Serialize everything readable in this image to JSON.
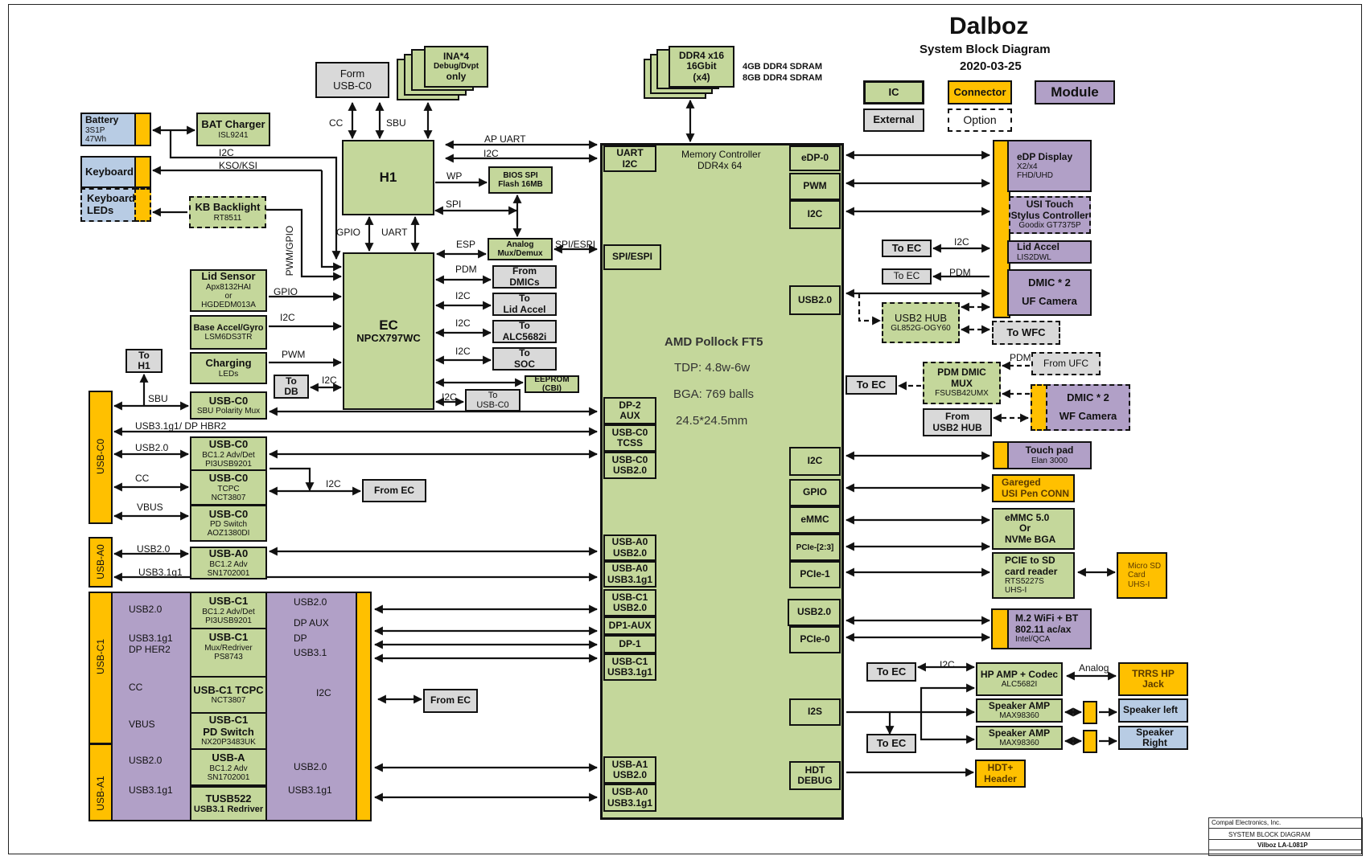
{
  "title": {
    "name": "Dalboz",
    "subtitle": "System Block Diagram",
    "date": "2020-03-25"
  },
  "legend": {
    "ic": "IC",
    "connector": "Connector",
    "module": "Module",
    "external": "External",
    "option": "Option"
  },
  "colors": {
    "ic": "#c4d79b",
    "connector": "#ffc000",
    "module": "#b1a0c7",
    "external": "#d9d9d9",
    "peripheral": "#b8cce4"
  },
  "memory": {
    "chip": [
      "DDR4 x16",
      "16Gbit",
      "(x4)"
    ],
    "sizes": [
      "4GB DDR4 SDRAM",
      "8GB DDR4 SDRAM"
    ]
  },
  "soc": {
    "name": "AMD Pollock FT5",
    "tdp": "TDP: 4.8w-6w",
    "bga": "BGA: 769 balls",
    "size": "24.5*24.5mm",
    "mem_ctrl": [
      "Memory Controller",
      "DDR4x 64"
    ],
    "left_pins": [
      [
        "UART",
        "I2C"
      ],
      [
        "SPI/ESPI"
      ],
      [
        "DP-2",
        "AUX"
      ],
      [
        "USB-C0",
        "TCSS"
      ],
      [
        "USB-C0",
        "USB2.0"
      ],
      [
        "USB-A0",
        "USB2.0"
      ],
      [
        "USB-A0",
        "USB3.1g1"
      ],
      [
        "USB-C1",
        "USB2.0"
      ],
      [
        "DP1-AUX"
      ],
      [
        "DP-1"
      ],
      [
        "USB-C1",
        "USB3.1g1"
      ],
      [
        "USB-A1",
        "USB2.0"
      ],
      [
        "USB-A0",
        "USB3.1g1"
      ]
    ],
    "right_pins": [
      "eDP-0",
      "PWM",
      "I2C",
      "USB2.0",
      "I2C",
      "GPIO",
      "eMMC",
      "PCIe-[2:3]",
      "PCIe-1",
      "USB2.0",
      "PCIe-0",
      "I2S",
      [
        "HDT",
        "DEBUG"
      ]
    ]
  },
  "h1": {
    "name": "H1"
  },
  "ec": {
    "name": "EC",
    "part": "NPCX797WC"
  },
  "top_blocks": {
    "form_usbc0": [
      "Form",
      "USB-C0"
    ],
    "ina": [
      "INA*4",
      "Debug/Dvpt",
      "only"
    ],
    "bios": [
      "BIOS SPI",
      "Flash 16MB"
    ],
    "mux": [
      "Analog",
      "Mux/Demux"
    ]
  },
  "left_blocks": {
    "battery": {
      "name": "Battery",
      "sub": [
        "3S1P",
        "47Wh"
      ]
    },
    "bat_charger": {
      "name": "BAT Charger",
      "part": "ISL9241"
    },
    "keyboard": "Keyboard",
    "kb_leds": [
      "Keyboard",
      "LEDs"
    ],
    "kb_backlight": {
      "name": "KB Backlight",
      "part": "RT8511"
    },
    "lid_sensor": {
      "name": "Lid Sensor",
      "sub": [
        "Apx8132HAI",
        "or",
        "HGDEDM013A"
      ]
    },
    "base_accel": {
      "name": "Base Accel/Gyro",
      "part": "LSM6DS3TR"
    },
    "charging": {
      "name": "Charging",
      "sub": "LEDs"
    },
    "to_h1": [
      "To",
      "H1"
    ],
    "to_db": [
      "To",
      "DB"
    ],
    "usbc0_sbu": {
      "name": "USB-C0",
      "sub": "SBU Polarity Mux"
    },
    "usbc0_bc": {
      "name": "USB-C0",
      "sub": [
        "BC1.2 Adv/Det",
        "PI3USB9201"
      ]
    },
    "usbc0_tcpc": {
      "name": "USB-C0",
      "sub": [
        "TCPC",
        "NCT3807"
      ]
    },
    "usbc0_pd": {
      "name": "USB-C0",
      "sub": [
        "PD Switch",
        "AOZ1380DI"
      ]
    },
    "usba0": {
      "name": "USB-A0",
      "sub": [
        "BC1.2 Adv",
        "SN1702001"
      ]
    },
    "from_ec": "From EC",
    "usbc1_bc": {
      "name": "USB-C1",
      "sub": [
        "BC1.2 Adv/Det",
        "PI3USB9201"
      ]
    },
    "usbc1_mux": {
      "name": "USB-C1",
      "sub": [
        "Mux/Redriver",
        "PS8743"
      ]
    },
    "usbc1_tcpc": {
      "name": "USB-C1 TCPC",
      "sub": "NCT3807"
    },
    "usbc1_pd": {
      "name": [
        "USB-C1",
        "PD Switch"
      ],
      "sub": "NX20P3483UK"
    },
    "usba1": {
      "name": "USB-A",
      "sub": [
        "BC1.2 Adv",
        "SN1702001"
      ]
    },
    "tusb": {
      "name": [
        "TUSB522",
        "USB3.1 Redriver"
      ]
    },
    "connectors": {
      "usbc0": "USB-C0",
      "usba0": "USB-A0",
      "usbc1": "USB-C1",
      "usba1": "USB-A1"
    }
  },
  "ec_side": {
    "from_dmics": [
      "From",
      "DMICs"
    ],
    "to_lid_accel": [
      "To",
      "Lid Accel"
    ],
    "to_alc": [
      "To",
      "ALC5682i"
    ],
    "to_soc": [
      "To",
      "SOC"
    ],
    "eeprom": [
      "EEPROM",
      "(CBI)"
    ],
    "to_usbc0": [
      "To",
      "USB-C0"
    ]
  },
  "right_blocks": {
    "edp": {
      "name": "eDP Display",
      "sub": [
        "X2/x4",
        "FHD/UHD"
      ]
    },
    "usi": {
      "name": [
        "USI Touch",
        "Stylus Controller"
      ],
      "part": "Goodix GT7375P"
    },
    "lid_accel": {
      "name": "Lid Accel",
      "part": "LIS2DWL"
    },
    "uf_cam": [
      "DMIC * 2",
      "UF Camera"
    ],
    "to_ec": "To EC",
    "usb_hub": {
      "name": "USB2 HUB",
      "part": "GL852G-OGY60"
    },
    "to_wfc": "To WFC",
    "from_ufc": "From UFC",
    "pdm_mux": {
      "name": [
        "PDM DMIC",
        "MUX"
      ],
      "part": "FSUSB42UMX"
    },
    "wf_cam": [
      "DMIC * 2",
      "WF Camera"
    ],
    "from_hub": [
      "From",
      "USB2 HUB"
    ],
    "touchpad": {
      "name": "Touch pad",
      "part": "Elan 3000"
    },
    "pen": [
      "Gareged",
      "USI Pen CONN"
    ],
    "emmc": [
      "eMMC 5.0",
      "Or",
      "NVMe BGA"
    ],
    "sd": {
      "name": [
        "PCIE to SD",
        "card reader"
      ],
      "sub": [
        "RTS5227S",
        "UHS-I"
      ]
    },
    "microsd": [
      "Micro SD",
      "Card",
      "UHS-I"
    ],
    "wifi": {
      "name": [
        "M.2 WiFi + BT",
        "802.11 ac/ax"
      ],
      "sub": "Intel/QCA"
    },
    "hp_amp": {
      "name": "HP AMP + Codec",
      "part": "ALC5682I"
    },
    "trrs": [
      "TRRS HP",
      "Jack"
    ],
    "spk_amp": {
      "name": "Speaker AMP",
      "part": "MAX98360"
    },
    "spk_left": "Speaker left",
    "spk_right": "Speaker Right",
    "hdt": [
      "HDT+",
      "Header"
    ]
  },
  "signals": {
    "cc": "CC",
    "sbu": "SBU",
    "ap_uart": "AP UART",
    "i2c": "I2C",
    "wp": "WP",
    "spi": "SPI",
    "gpio": "GPIO",
    "uart": "UART",
    "esp": "ESP",
    "spi_espi": "SPI/ESPI",
    "kso": "KSO/KSI",
    "pwm_gpio": "PWM/GPIO",
    "pdm": "PDM",
    "i2s": "I2S",
    "pwm": "PWM",
    "usb31_dp": "USB3.1g1/ DP HBR2",
    "usb20": "USB2.0",
    "vbus": "VBUS",
    "usb31g1": "USB3.1g1",
    "usb31g1_dp": [
      "USB3.1g1",
      "DP HER2"
    ],
    "dp_aux": "DP AUX",
    "dp": "DP",
    "usb31": "USB3.1",
    "analog": "Analog"
  },
  "title_block": {
    "company": "Compal Electronics, Inc.",
    "doc_title": "SYSTEM BLOCK DIAGRAM",
    "doc_number": "Vilboz LA-L081P"
  }
}
